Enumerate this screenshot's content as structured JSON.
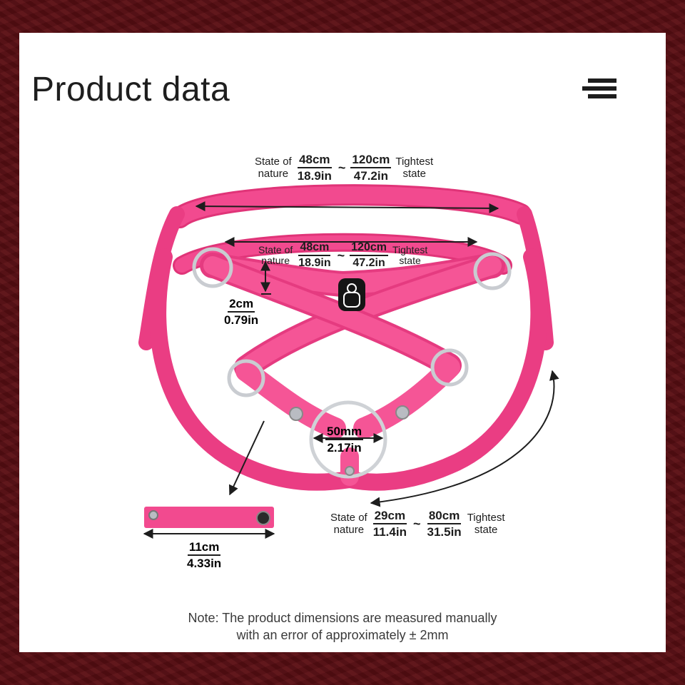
{
  "title": "Product data",
  "colors": {
    "strap": "#f23e8a",
    "frame": "#5b0e13",
    "ink": "#1d1d1d"
  },
  "icons": {
    "menu": "menu-lines-icon"
  },
  "top_band": {
    "left_label_line1": "State of",
    "left_label_line2": "nature",
    "min_cm": "48cm",
    "min_in": "18.9in",
    "sep": "~",
    "max_cm": "120cm",
    "max_in": "47.2in",
    "right_label_line1": "Tightest",
    "right_label_line2": "state"
  },
  "second_band": {
    "left_label_line1": "State of",
    "left_label_line2": "nature",
    "min_cm": "48cm",
    "min_in": "18.9in",
    "sep": "~",
    "max_cm": "120cm",
    "max_in": "47.2in",
    "right_label_line1": "Tightest",
    "right_label_line2": "state"
  },
  "strap_width": {
    "cm": "2cm",
    "in": "0.79in"
  },
  "ring": {
    "mm": "50mm",
    "in": "2.17in"
  },
  "leg_strap": {
    "left_label_line1": "State of",
    "left_label_line2": "nature",
    "min_cm": "29cm",
    "min_in": "11.4in",
    "sep": "~",
    "max_cm": "80cm",
    "max_in": "31.5in",
    "right_label_line1": "Tightest",
    "right_label_line2": "state"
  },
  "extender": {
    "cm": "11cm",
    "in": "4.33in"
  },
  "note": {
    "line1": "Note: The product dimensions are measured manually",
    "line2": "with an error of approximately ± 2mm"
  }
}
